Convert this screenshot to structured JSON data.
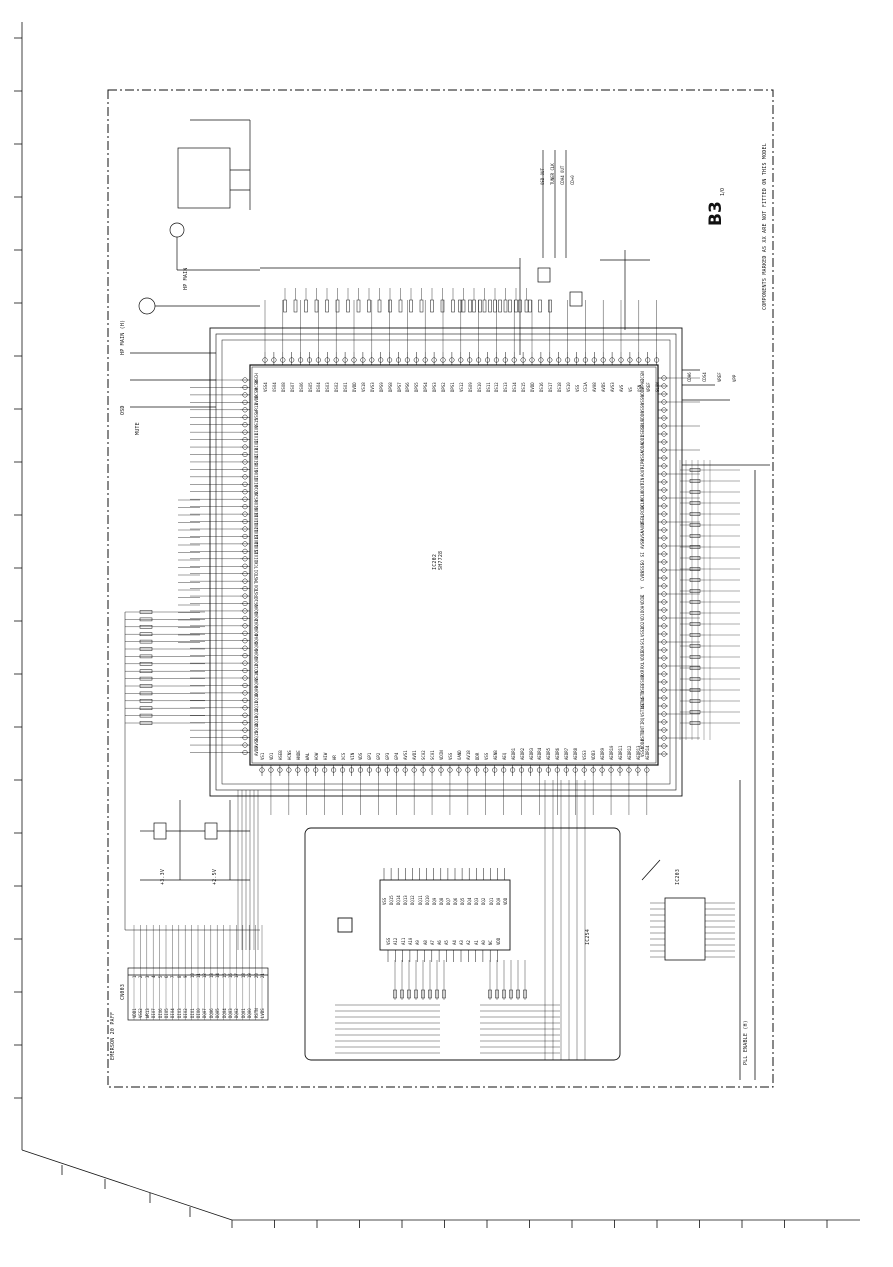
{
  "sheet": {
    "code": "B3",
    "code_suffix": "1/0",
    "note": "COMPONENTS MARKED AS XX ARE NOT FITTED ON THIS MODEL",
    "ic_main_ref": "IC202",
    "ic_main_part": "SH7728",
    "connector_ref": "CN003",
    "connector_caption": "EMERSON 20 PAFF",
    "memory_ref": "IC254",
    "tuner_ref": "IC203",
    "pll_label": "PLL ENABLE (H)",
    "power_label_a": "+3.3V",
    "power_label_b": "+2.5V",
    "output_labels": [
      "OSD OUT",
      "TUNER CLK",
      "CDA4 OUT",
      "CD+0"
    ],
    "right_signals": [
      "CDH6",
      "CDS4",
      "VREF",
      "VPP"
    ]
  },
  "ic_top_pins": [
    "VSS4",
    "OSO4",
    "DSO8",
    "DSO7",
    "DSO6",
    "DSO5",
    "DSO4",
    "DSO3",
    "DSO2",
    "DSO1",
    "DVDD",
    "VS18",
    "DVS3",
    "DPS9",
    "DPS8",
    "DPS7",
    "DPS6",
    "DPS5",
    "DPS4",
    "DPS3",
    "DPS2",
    "DPS1",
    "VS12",
    "DSO9",
    "DS10",
    "DS11",
    "DS12",
    "DS13",
    "DS14",
    "DS15",
    "DVDD",
    "DS16",
    "DS17",
    "DS18",
    "VS10",
    "VSS",
    "CS1A",
    "AV08",
    "AVDS",
    "AVS3",
    "AVS",
    "VS",
    "OSN",
    "VREF",
    "SL0W"
  ],
  "ic_left_pins": [
    "BSCH",
    "RCSN",
    "RCSN",
    "DVDD",
    "WR13",
    "VSS",
    "VS15",
    "DIO0",
    "DIO1",
    "DIO2",
    "DIO3",
    "DIO4",
    "DIO5",
    "DIO6",
    "DIO7",
    "VD10",
    "VS16",
    "DIO8",
    "DIO9",
    "DIO10",
    "DIO11",
    "DIO12",
    "DIO13",
    "DIO14",
    "DIO15",
    "TCK",
    "TDI",
    "TMS",
    "TDO",
    "TRST",
    "VS10",
    "DQ00",
    "DQ01",
    "DQ02",
    "DQ03",
    "DQ04",
    "DQ05",
    "DQ06",
    "DQ07",
    "VD12",
    "VS1A",
    "DQ08",
    "DQ09",
    "DQ10",
    "DQ11",
    "DQ12",
    "DQ13",
    "DQ14",
    "DQ15",
    "AVSS",
    "AVDD"
  ],
  "ic_right_pins": [
    "ICGN",
    "PPAB",
    "VDDB",
    "VSS0",
    "VSS0",
    "VDD0",
    "SBLE",
    "DSELO",
    "ADD1",
    "VDDA",
    "VSSA",
    "AIP8",
    "AOUT",
    "XIN",
    "XOUT",
    "MCLK",
    "BCLK",
    "LRCLK",
    "DSEL",
    "VAOUT",
    "AVSA",
    "AVS8",
    "SI",
    "SO",
    "VSS1",
    "CVBS",
    "Y",
    "C",
    "VDIB",
    "DOH",
    "VD1",
    "VD2",
    "VSS2",
    "SCL",
    "SDA",
    "VDD2",
    "RXL",
    "RXR",
    "FSUB",
    "VSEL",
    "VSTD",
    "VSTLL",
    "VSTILL",
    "IRQ",
    "INT",
    "RSTN",
    "VDD4",
    "VSS4"
  ],
  "ic_bottom_pins": [
    "VS1",
    "VD1",
    "HSEB",
    "HCNS",
    "HNDE",
    "WAL",
    "HOW",
    "HIW",
    "HR",
    "XCS",
    "VIN",
    "VDS",
    "GP1",
    "GP2",
    "GP3",
    "GP4",
    "AVS1",
    "AVD1",
    "SC02",
    "SC01",
    "VDIN",
    "VSS",
    "OAND",
    "AV18",
    "DDR",
    "VSS",
    "AENB",
    "AEQ",
    "AEDR1",
    "AEDR2",
    "AEDR3",
    "AEDR4",
    "AEDR5",
    "AEDR6",
    "AEDR7",
    "AEDR8",
    "VSS3",
    "VDD3",
    "AEDR9",
    "AEDR10",
    "AEDR11",
    "AEDR12",
    "AEDR13",
    "AEDR14"
  ],
  "connector_rows": [
    "VDD1",
    "VSS2",
    "WR13",
    "DIO7",
    "DIO6",
    "DIO5",
    "DIO4",
    "DIO3",
    "DIO2",
    "DIO1",
    "DIO0",
    "DQ07",
    "DQ06",
    "DQ05",
    "DQ04",
    "DQ03",
    "DQ02",
    "DQ01",
    "DQ00",
    "RSTN",
    "LVDS"
  ],
  "connector_pins": [
    "1",
    "2",
    "3",
    "4",
    "5",
    "6",
    "7",
    "8",
    "9",
    "10",
    "11",
    "12",
    "13",
    "14",
    "15",
    "16",
    "17",
    "18",
    "19",
    "20",
    "21"
  ],
  "memory_left_pins": [
    "VSS",
    "A12",
    "A11",
    "A10",
    "A9",
    "A8",
    "A7",
    "A6",
    "A5",
    "A4",
    "A3",
    "A2",
    "A1",
    "A0",
    "NC",
    "VDD"
  ],
  "memory_right_pins": [
    "VSS",
    "DQ15",
    "DQ14",
    "DQ13",
    "DQ12",
    "DQ11",
    "DQ10",
    "DQ9",
    "DQ8",
    "DQ7",
    "DQ6",
    "DQ5",
    "DQ4",
    "DQ3",
    "DQ2",
    "DQ1",
    "DQ0",
    "VDD"
  ],
  "side_labels": {
    "hp_main": "HP MAIN",
    "hp_main_in": "HP MAIN (H)",
    "mute": "MUTE",
    "osd_left": "OSD"
  }
}
